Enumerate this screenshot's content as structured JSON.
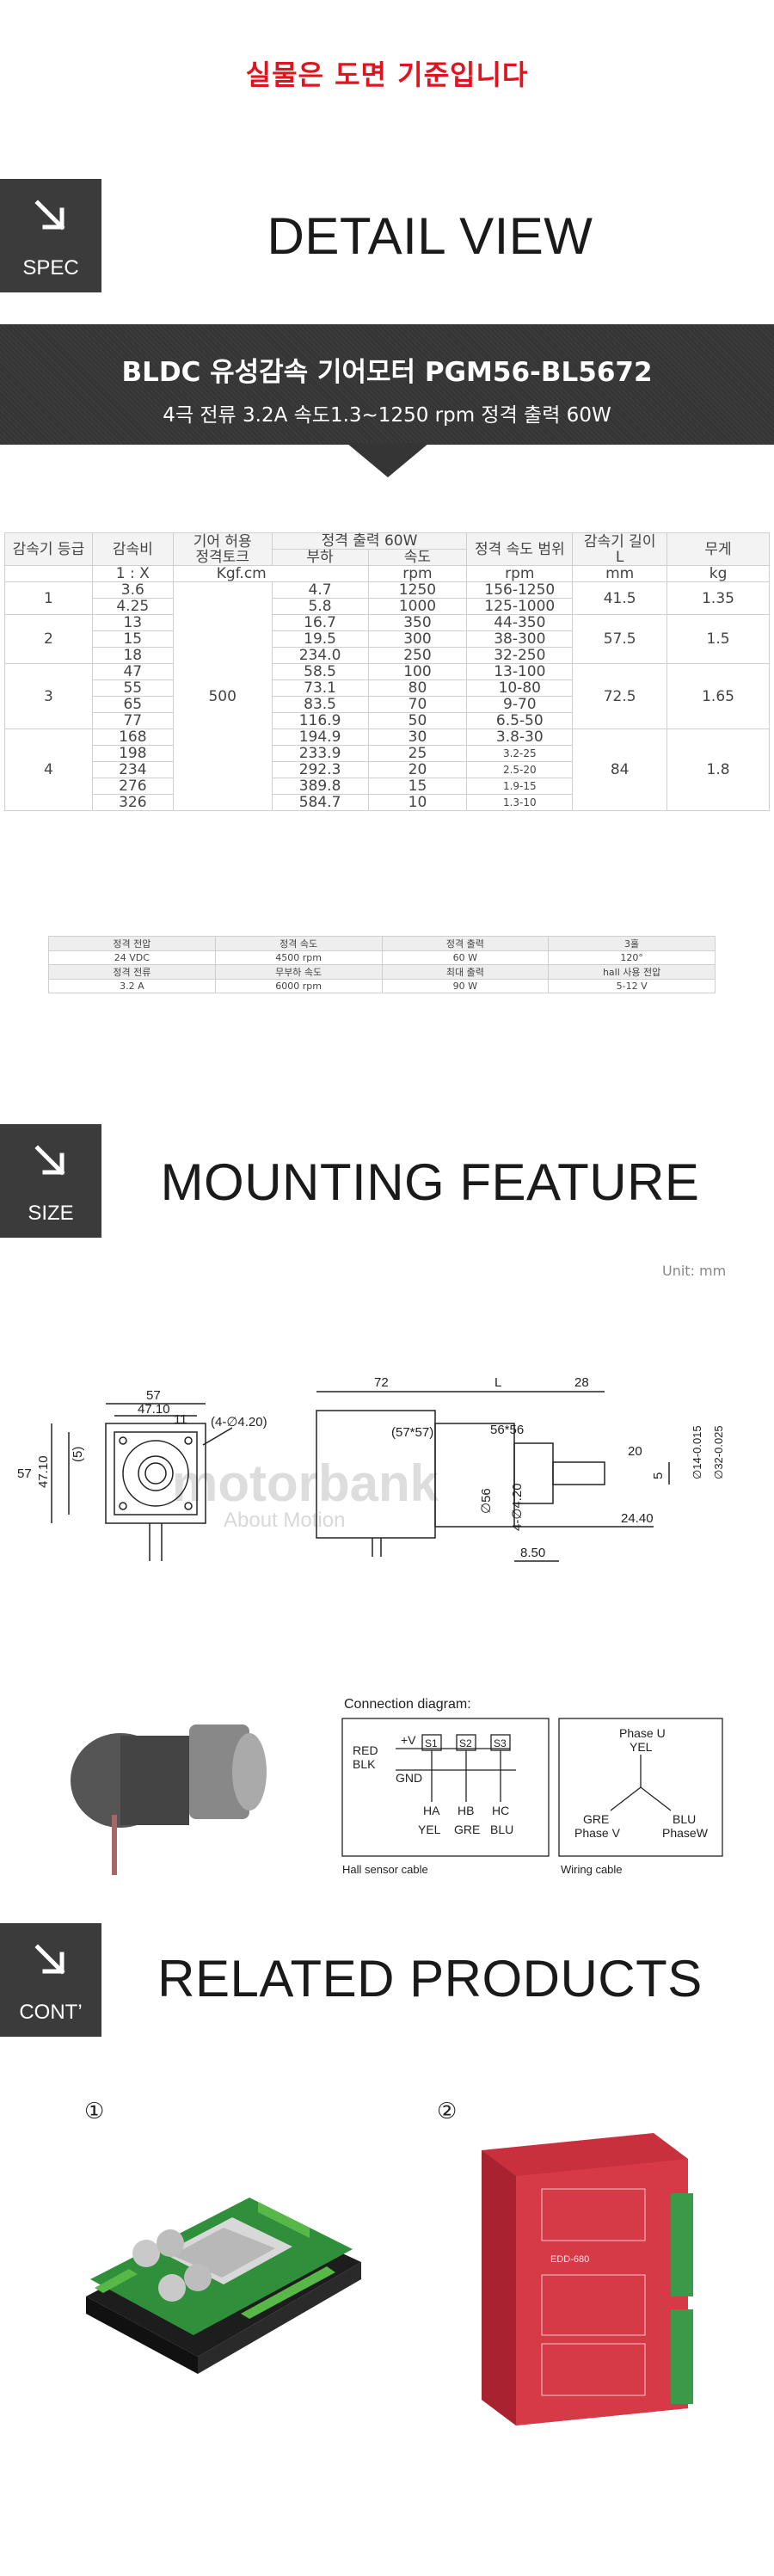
{
  "notice": "실물은 도면 기준입니다",
  "sections": {
    "spec": {
      "tag": "SPEC",
      "title": "DETAIL VIEW"
    },
    "size": {
      "tag": "SIZE",
      "title": "MOUNTING FEATURE"
    },
    "cont": {
      "tag": "CONT’",
      "title": "RELATED PRODUCTS"
    }
  },
  "banner": {
    "title": "BLDC  유성감속 기어모터 PGM56-BL5672",
    "subtitle": "4극   전류 3.2A    속도1.3~1250 rpm  정격 출력 60W"
  },
  "spec_table": {
    "header1": [
      "감속기 등급",
      "감속비",
      "기어 허용\n정격토크",
      "정격 출력 60W",
      "정격 속도 범위",
      "감속기 길이\nL",
      "무게"
    ],
    "header2": [
      "부하",
      "속도"
    ],
    "units": [
      "1 : X",
      "Kgf.cm",
      "rpm",
      "rpm",
      "mm",
      "kg"
    ],
    "torque": "500",
    "groups": [
      {
        "grade": "1",
        "length": "41.5",
        "weight": "1.35",
        "rows": [
          [
            "3.6",
            "4.7",
            "1250",
            "156-1250"
          ],
          [
            "4.25",
            "5.8",
            "1000",
            "125-1000"
          ]
        ]
      },
      {
        "grade": "2",
        "length": "57.5",
        "weight": "1.5",
        "rows": [
          [
            "13",
            "16.7",
            "350",
            "44-350"
          ],
          [
            "15",
            "19.5",
            "300",
            "38-300"
          ],
          [
            "18",
            "234.0",
            "250",
            "32-250"
          ]
        ]
      },
      {
        "grade": "3",
        "length": "72.5",
        "weight": "1.65",
        "rows": [
          [
            "47",
            "58.5",
            "100",
            "13-100"
          ],
          [
            "55",
            "73.1",
            "80",
            "10-80"
          ],
          [
            "65",
            "83.5",
            "70",
            "9-70"
          ],
          [
            "77",
            "116.9",
            "50",
            "6.5-50"
          ]
        ]
      },
      {
        "grade": "4",
        "length": "84",
        "weight": "1.8",
        "rows": [
          [
            "168",
            "194.9",
            "30",
            "3.8-30"
          ],
          [
            "198",
            "233.9",
            "25",
            "3.2-25"
          ],
          [
            "234",
            "292.3",
            "20",
            "2.5-20"
          ],
          [
            "276",
            "389.8",
            "15",
            "1.9-15"
          ],
          [
            "326",
            "584.7",
            "10",
            "1.3-10"
          ]
        ]
      }
    ]
  },
  "rating_table": {
    "rows": [
      [
        "정격 전압",
        "정격 속도",
        "정격 출력",
        "3홀"
      ],
      [
        "24 VDC",
        "4500 rpm",
        "60 W",
        "120°"
      ],
      [
        "정격 전류",
        "무부하 속도",
        "최대 출력",
        "hall 사용 전압"
      ],
      [
        "3.2 A",
        "6000 rpm",
        "90 W",
        "5-12 V"
      ]
    ]
  },
  "unit_label": "Unit: mm",
  "drawing": {
    "dims_front": [
      "57",
      "47.10",
      "11",
      "(4-∅4.20)",
      "57",
      "47.10",
      "(5)"
    ],
    "dims_side": [
      "72",
      "L",
      "28",
      "(57*57)",
      "56*56",
      "∅56",
      "4-∅4.20",
      "20",
      "5",
      "24.40",
      "8.50",
      "∅14-0.015",
      "∅32-0.025"
    ],
    "watermark": "motorbank",
    "watermark_sub": "About Motion",
    "connection_title": "Connection diagram:",
    "hall_labels": [
      "+V",
      "RED",
      "BLK",
      "GND",
      "S1",
      "S2",
      "S3",
      "HA",
      "HB",
      "HC",
      "YEL",
      "GRE",
      "BLU"
    ],
    "hall_caption": "Hall sensor cable",
    "wiring_labels": [
      "Phase U",
      "YEL",
      "GRE",
      "Phase V",
      "BLU",
      "PhaseW"
    ],
    "wiring_caption": "Wiring cable"
  },
  "related": {
    "items": [
      {
        "number": "①"
      },
      {
        "number": "②",
        "driver_label": "EDD-680"
      }
    ]
  }
}
